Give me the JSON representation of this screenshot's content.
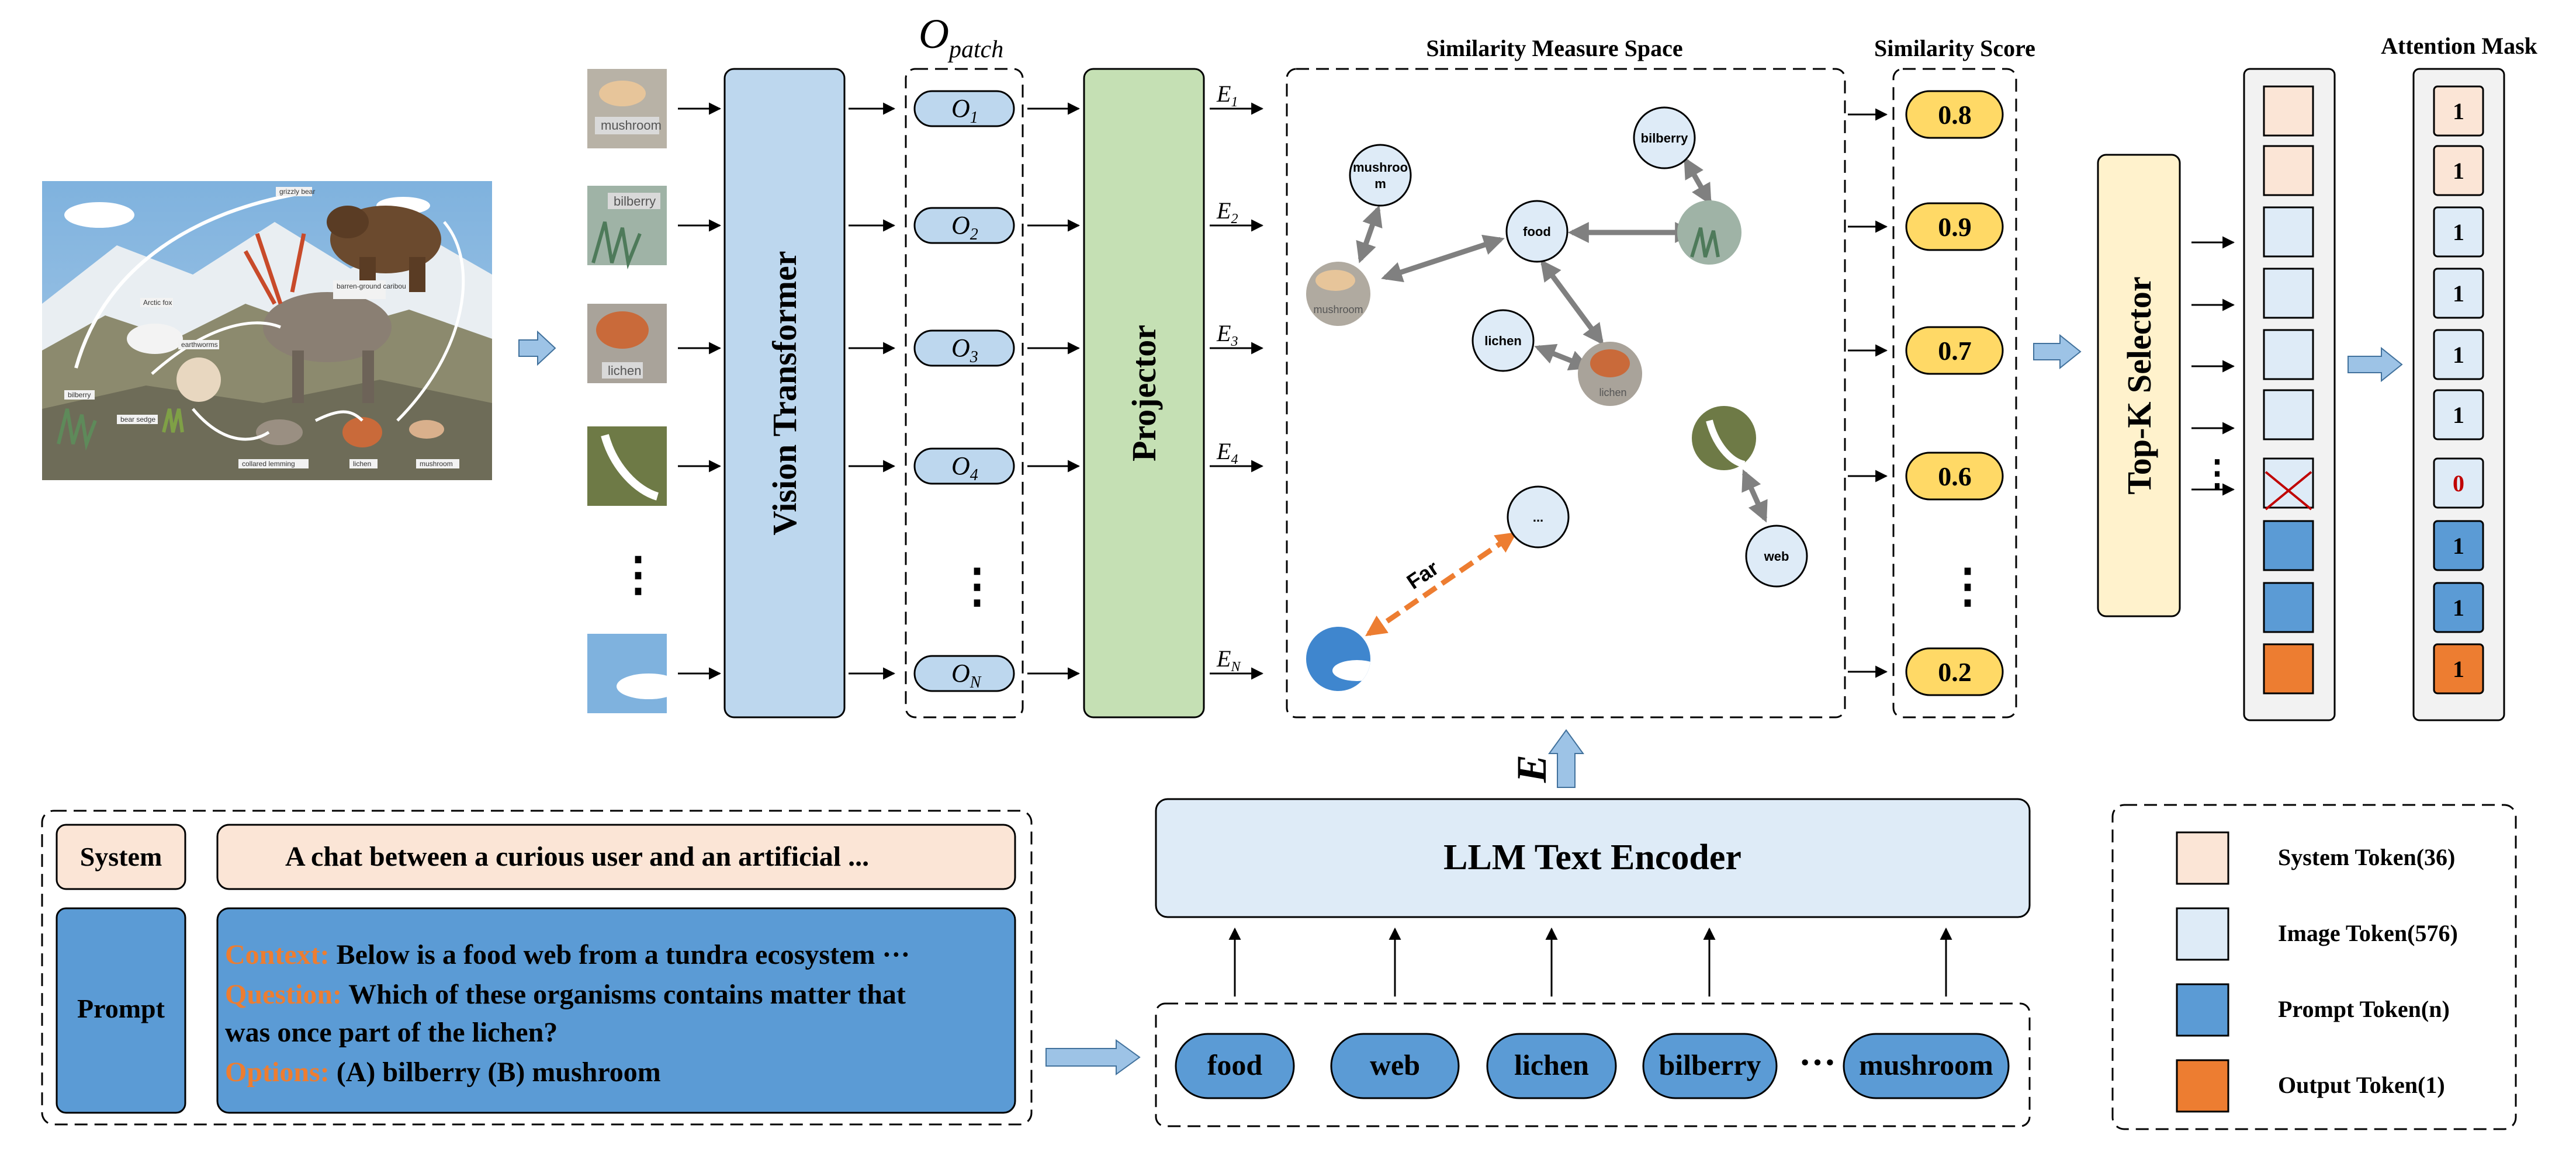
{
  "patches": {
    "labels": [
      "mushroom",
      "bilberry",
      "lichen"
    ]
  },
  "vision": {
    "label": "Vision Transformer"
  },
  "opatch": {
    "title_main": "O",
    "title_sub": "patch",
    "tokens": [
      {
        "main": "O",
        "sub": "1"
      },
      {
        "main": "O",
        "sub": "2"
      },
      {
        "main": "O",
        "sub": "3"
      },
      {
        "main": "O",
        "sub": "4"
      },
      {
        "main": "O",
        "sub": "N"
      }
    ]
  },
  "projector": {
    "label": "Projector",
    "outputs": [
      {
        "main": "E",
        "sub": "1"
      },
      {
        "main": "E",
        "sub": "2"
      },
      {
        "main": "E",
        "sub": "3"
      },
      {
        "main": "E",
        "sub": "4"
      },
      {
        "main": "E",
        "sub": "N"
      }
    ]
  },
  "similarity_space": {
    "title": "Similarity Measure Space",
    "nodes": {
      "mushroom": "mushroo",
      "mushroom2": "m",
      "food": "food",
      "bilberry": "bilberry",
      "lichen": "lichen",
      "ellipsis": "...",
      "web": "web",
      "patch_mushroom": "mushroom",
      "patch_lichen": "lichen"
    },
    "far_label": "Far"
  },
  "similarity_score": {
    "title": "Similarity Score",
    "values": [
      "0.8",
      "0.9",
      "0.7",
      "0.6",
      "0.2"
    ]
  },
  "topk": {
    "label": "Top-K Selector"
  },
  "attention": {
    "title": "Attention Mask",
    "values": [
      "1",
      "1",
      "1",
      "1",
      "1",
      "1",
      "0",
      "1",
      "1",
      "1"
    ]
  },
  "text_encoder": {
    "label": "LLM Text Encoder",
    "e_label": "E",
    "words": [
      "food",
      "web",
      "lichen",
      "bilberry",
      "mushroom"
    ]
  },
  "prompt_box": {
    "system_label": "System",
    "system_text": "A chat between a curious user and an artificial ...",
    "prompt_label": "Prompt",
    "context_key": "Context:",
    "context_text": "Below is a food web from a tundra ecosystem ···",
    "question_key": "Question:",
    "question_text1": "Which of these organisms contains matter that",
    "question_text2": "was once part of the lichen?",
    "options_key": "Options:",
    "options_text": "(A) bilberry (B) mushroom"
  },
  "legend": {
    "items": [
      {
        "label": "System Token(36)",
        "color": "#FBE5D6"
      },
      {
        "label": "Image Token(576)",
        "color": "#DEEBF7"
      },
      {
        "label": "Prompt Token(n)",
        "color": "#5B9BD5"
      },
      {
        "label": "Output Token(1)",
        "color": "#ED7D31"
      }
    ]
  },
  "food_web_image": {
    "labels": [
      "grizzly bear",
      "barren-ground caribou",
      "Arctic fox",
      "earthworms",
      "bilberry",
      "bear sedge",
      "collared lemming",
      "lichen",
      "mushroom"
    ]
  },
  "colors": {
    "light_blue": "#BDD7EE",
    "green": "#C5E0B4",
    "yellow_score": "#FFD966",
    "topk_fill": "#FFF2CC",
    "encoder_fill": "#DEEBF7",
    "prompt_blue": "#5B9BD5",
    "orange": "#ED7D31",
    "system_peach": "#FBE5D6",
    "red": "#C00000"
  }
}
